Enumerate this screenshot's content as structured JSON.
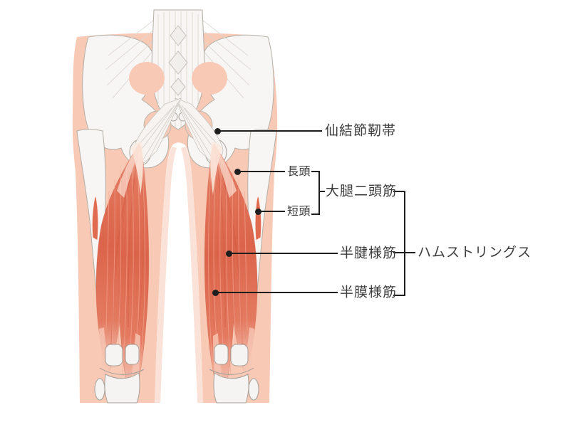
{
  "figure": {
    "labels": {
      "sacrotuberous_ligament": "仙結節靭帯",
      "long_head": "長頭",
      "short_head": "短頭",
      "biceps_femoris": "大腿二頭筋",
      "semitendinosus": "半腱様筋",
      "semimembranosus": "半膜様筋",
      "hamstrings": "ハムストリングス"
    },
    "colors": {
      "background": "#ffffff",
      "skin": "#f8c9b4",
      "muscle_mid": "#e07258",
      "muscle_dark": "#cf5640",
      "muscle_highlight": "#f4a993",
      "bone": "#f6f5f3",
      "bone_outline": "#a9a39c",
      "annotation_line": "#1e1e1e",
      "label_text": "#3c3c3c"
    }
  }
}
